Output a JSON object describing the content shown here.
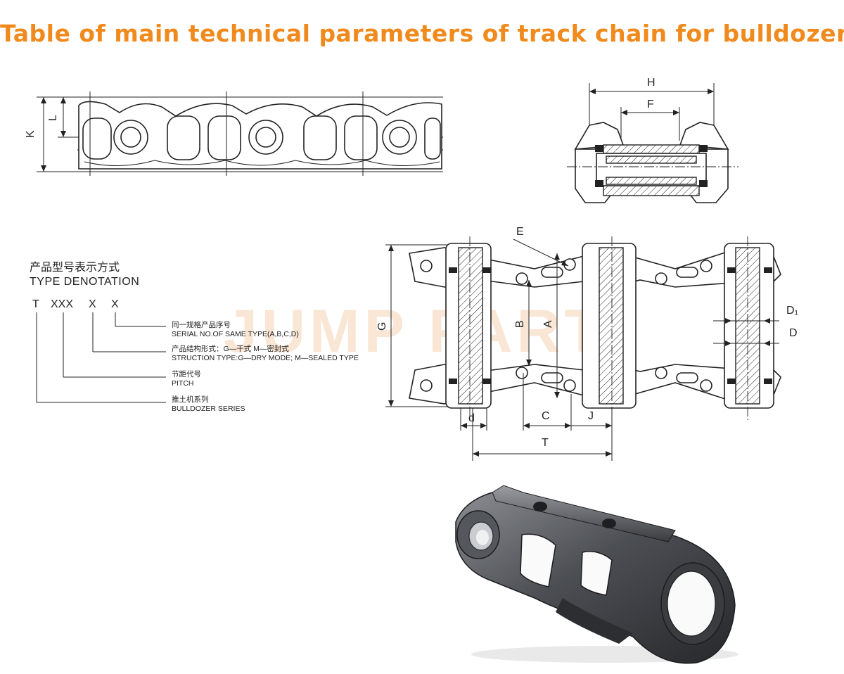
{
  "title": "Table of main technical parameters of track chain for bulldozer",
  "watermark": "JUMP PART",
  "side_view_labels": {
    "K": "K",
    "L": "L"
  },
  "cross_section_labels": {
    "H": "H",
    "F": "F"
  },
  "plan_view_labels": {
    "E": "E",
    "G": "G",
    "B": "B",
    "A": "A",
    "D1": "D₁",
    "D": "D",
    "d": "d",
    "C": "C",
    "J": "J",
    "T": "T"
  },
  "denotation": {
    "heading_cn": "产品型号表示方式",
    "heading_en": "TYPE DENOTATION",
    "code": [
      "T",
      "XXX",
      "X",
      "X"
    ],
    "items": [
      {
        "cn": "同一规格产品序号",
        "en": "SERIAL  NO.OF SAME TYPE(A,B,C,D)"
      },
      {
        "cn": "产品结构形式：G—干式  M—密封式",
        "en": "STRUCTION TYPE:G—DRY MODE; M—SEALED TYPE"
      },
      {
        "cn": "节距代号",
        "en": "PITCH"
      },
      {
        "cn": "推土机系列",
        "en": "BULLDOZER SERIES"
      }
    ]
  },
  "photo": {
    "subject": "track-link-casting"
  }
}
